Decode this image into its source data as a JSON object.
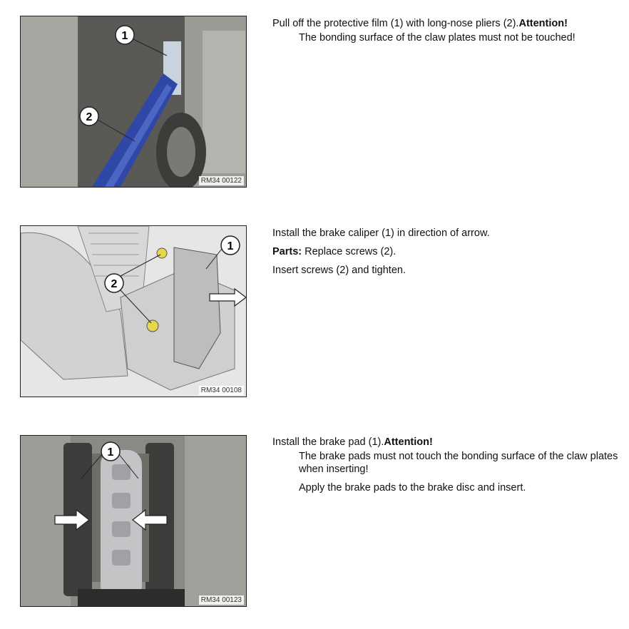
{
  "steps": [
    {
      "figure_id": "RM34 00122",
      "callouts": [
        "1",
        "2"
      ],
      "instruction": "Pull off the protective film (1) with long-nose pliers (2).",
      "attention_label": "Attention!",
      "attention_text": "The bonding surface of the claw plates must not be touched!"
    },
    {
      "figure_id": "RM34 00108",
      "callouts": [
        "1",
        "2"
      ],
      "instruction": "Install the brake caliper (1) in direction of arrow.",
      "parts_label": "Parts:",
      "parts_text": "Replace screws (2).",
      "instruction2": "Insert screws (2) and tighten."
    },
    {
      "figure_id": "RM34 00123",
      "callouts": [
        "1"
      ],
      "instruction": "Install the brake pad (1).",
      "attention_label": "Attention!",
      "attention_text": "The brake pads must not touch the bonding surface of the claw plates when inserting!",
      "note": "Apply the brake pads to the brake disc and insert."
    }
  ]
}
